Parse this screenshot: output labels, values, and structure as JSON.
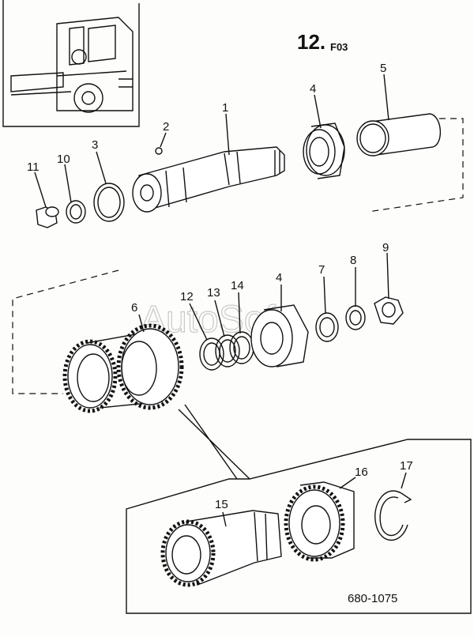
{
  "header": {
    "number": "12.",
    "suffix": "F03"
  },
  "watermark": "AutoSoft",
  "reference_code": "680-1075",
  "callouts": {
    "c1": "1",
    "c2": "2",
    "c3": "3",
    "c4a": "4",
    "c5": "5",
    "c10": "10",
    "c11": "11",
    "c6": "6",
    "c12": "12",
    "c13": "13",
    "c14": "14",
    "c4b": "4",
    "c7": "7",
    "c8": "8",
    "c9": "9",
    "c15": "15",
    "c16": "16",
    "c17": "17"
  },
  "icons": [
    "truck-cab-icon"
  ]
}
